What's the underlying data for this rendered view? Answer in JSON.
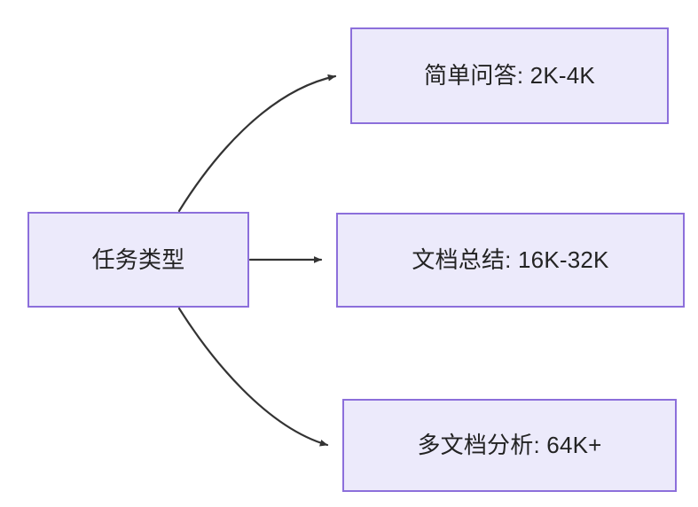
{
  "diagram": {
    "type": "flowchart",
    "direction": "left-to-right",
    "background_color": "#ffffff",
    "node_fill_color": "#ECEAFB",
    "node_border_color": "#8C6FDB",
    "node_text_color": "#232323",
    "edge_color": "#333333"
  },
  "nodes": {
    "source": {
      "id": "source",
      "label": "任务类型"
    },
    "simple_qa": {
      "id": "simple_qa",
      "label": "简单问答: 2K-4K"
    },
    "doc_summary": {
      "id": "doc_summary",
      "label": "文档总结: 16K-32K"
    },
    "multi_doc": {
      "id": "multi_doc",
      "label": "多文档分析: 64K+"
    }
  },
  "edges": [
    {
      "id": "edge-source-simple-qa",
      "from": "source",
      "to": "simple_qa",
      "label": "",
      "shape": "curve-up",
      "arrowhead": "filled-triangle"
    },
    {
      "id": "edge-source-doc-summary",
      "from": "source",
      "to": "doc_summary",
      "label": "",
      "shape": "straight",
      "arrowhead": "filled-triangle"
    },
    {
      "id": "edge-source-multi-doc",
      "from": "source",
      "to": "multi_doc",
      "label": "",
      "shape": "curve-down",
      "arrowhead": "filled-triangle"
    }
  ]
}
